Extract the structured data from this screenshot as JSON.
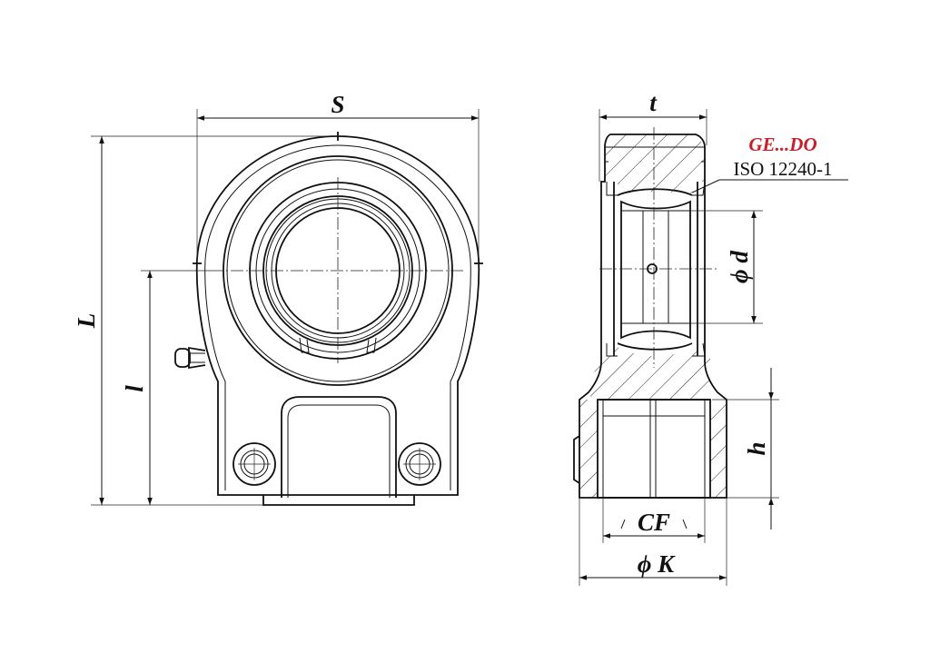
{
  "dimensions": {
    "S": "S",
    "L": "L",
    "l": "l",
    "t": "t",
    "d": "ϕ d",
    "h": "h",
    "CF": "CF",
    "K": "ϕ K"
  },
  "bearing_label": "GE...DO",
  "standard_label": "ISO 12240-1",
  "colors": {
    "bearing_label": "#c8202a",
    "lines": "#111111",
    "background": "#ffffff"
  }
}
